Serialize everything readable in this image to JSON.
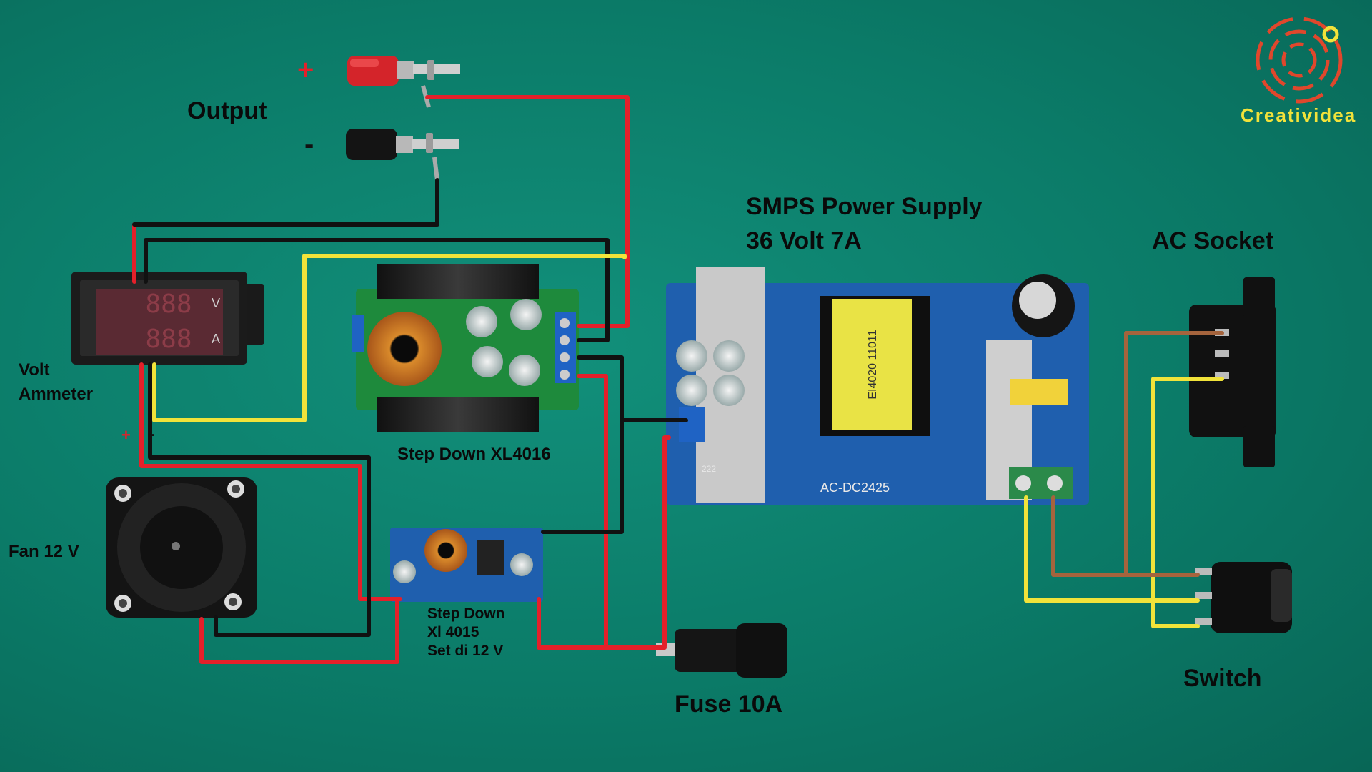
{
  "brand": {
    "name": "Creatividea"
  },
  "colors": {
    "board": "#0b7b68",
    "wire_red": "#e4202a",
    "wire_black": "#111111",
    "wire_yellow": "#f1e33a",
    "wire_brown": "#a5643d",
    "pcb_blue": "#1f5fae",
    "pcb_green": "#1a7a3a"
  },
  "labels": {
    "output": "Output",
    "volt_ammeter_line1": "Volt",
    "volt_ammeter_line2": "Ammeter",
    "fan": "Fan 12 V",
    "step_down_xl4016": "Step Down XL4016",
    "step_down_xl4015_line1": "Step Down",
    "step_down_xl4015_line2": "Xl 4015",
    "step_down_xl4015_line3": "Set di 12 V",
    "smps_line1": "SMPS Power Supply",
    "smps_line2": "36 Volt 7A",
    "ac_socket": "AC Socket",
    "switch": "Switch",
    "fuse": "Fuse 10A"
  },
  "symbols": {
    "plus": "+",
    "minus": "-"
  },
  "meter": {
    "top_digits": "888",
    "bottom_digits": "888",
    "unit_v": "V",
    "unit_a": "A"
  },
  "smps_board": {
    "model": "AC-DC2425",
    "transformer_text": "EI4020 11011",
    "cap_code": "222"
  }
}
